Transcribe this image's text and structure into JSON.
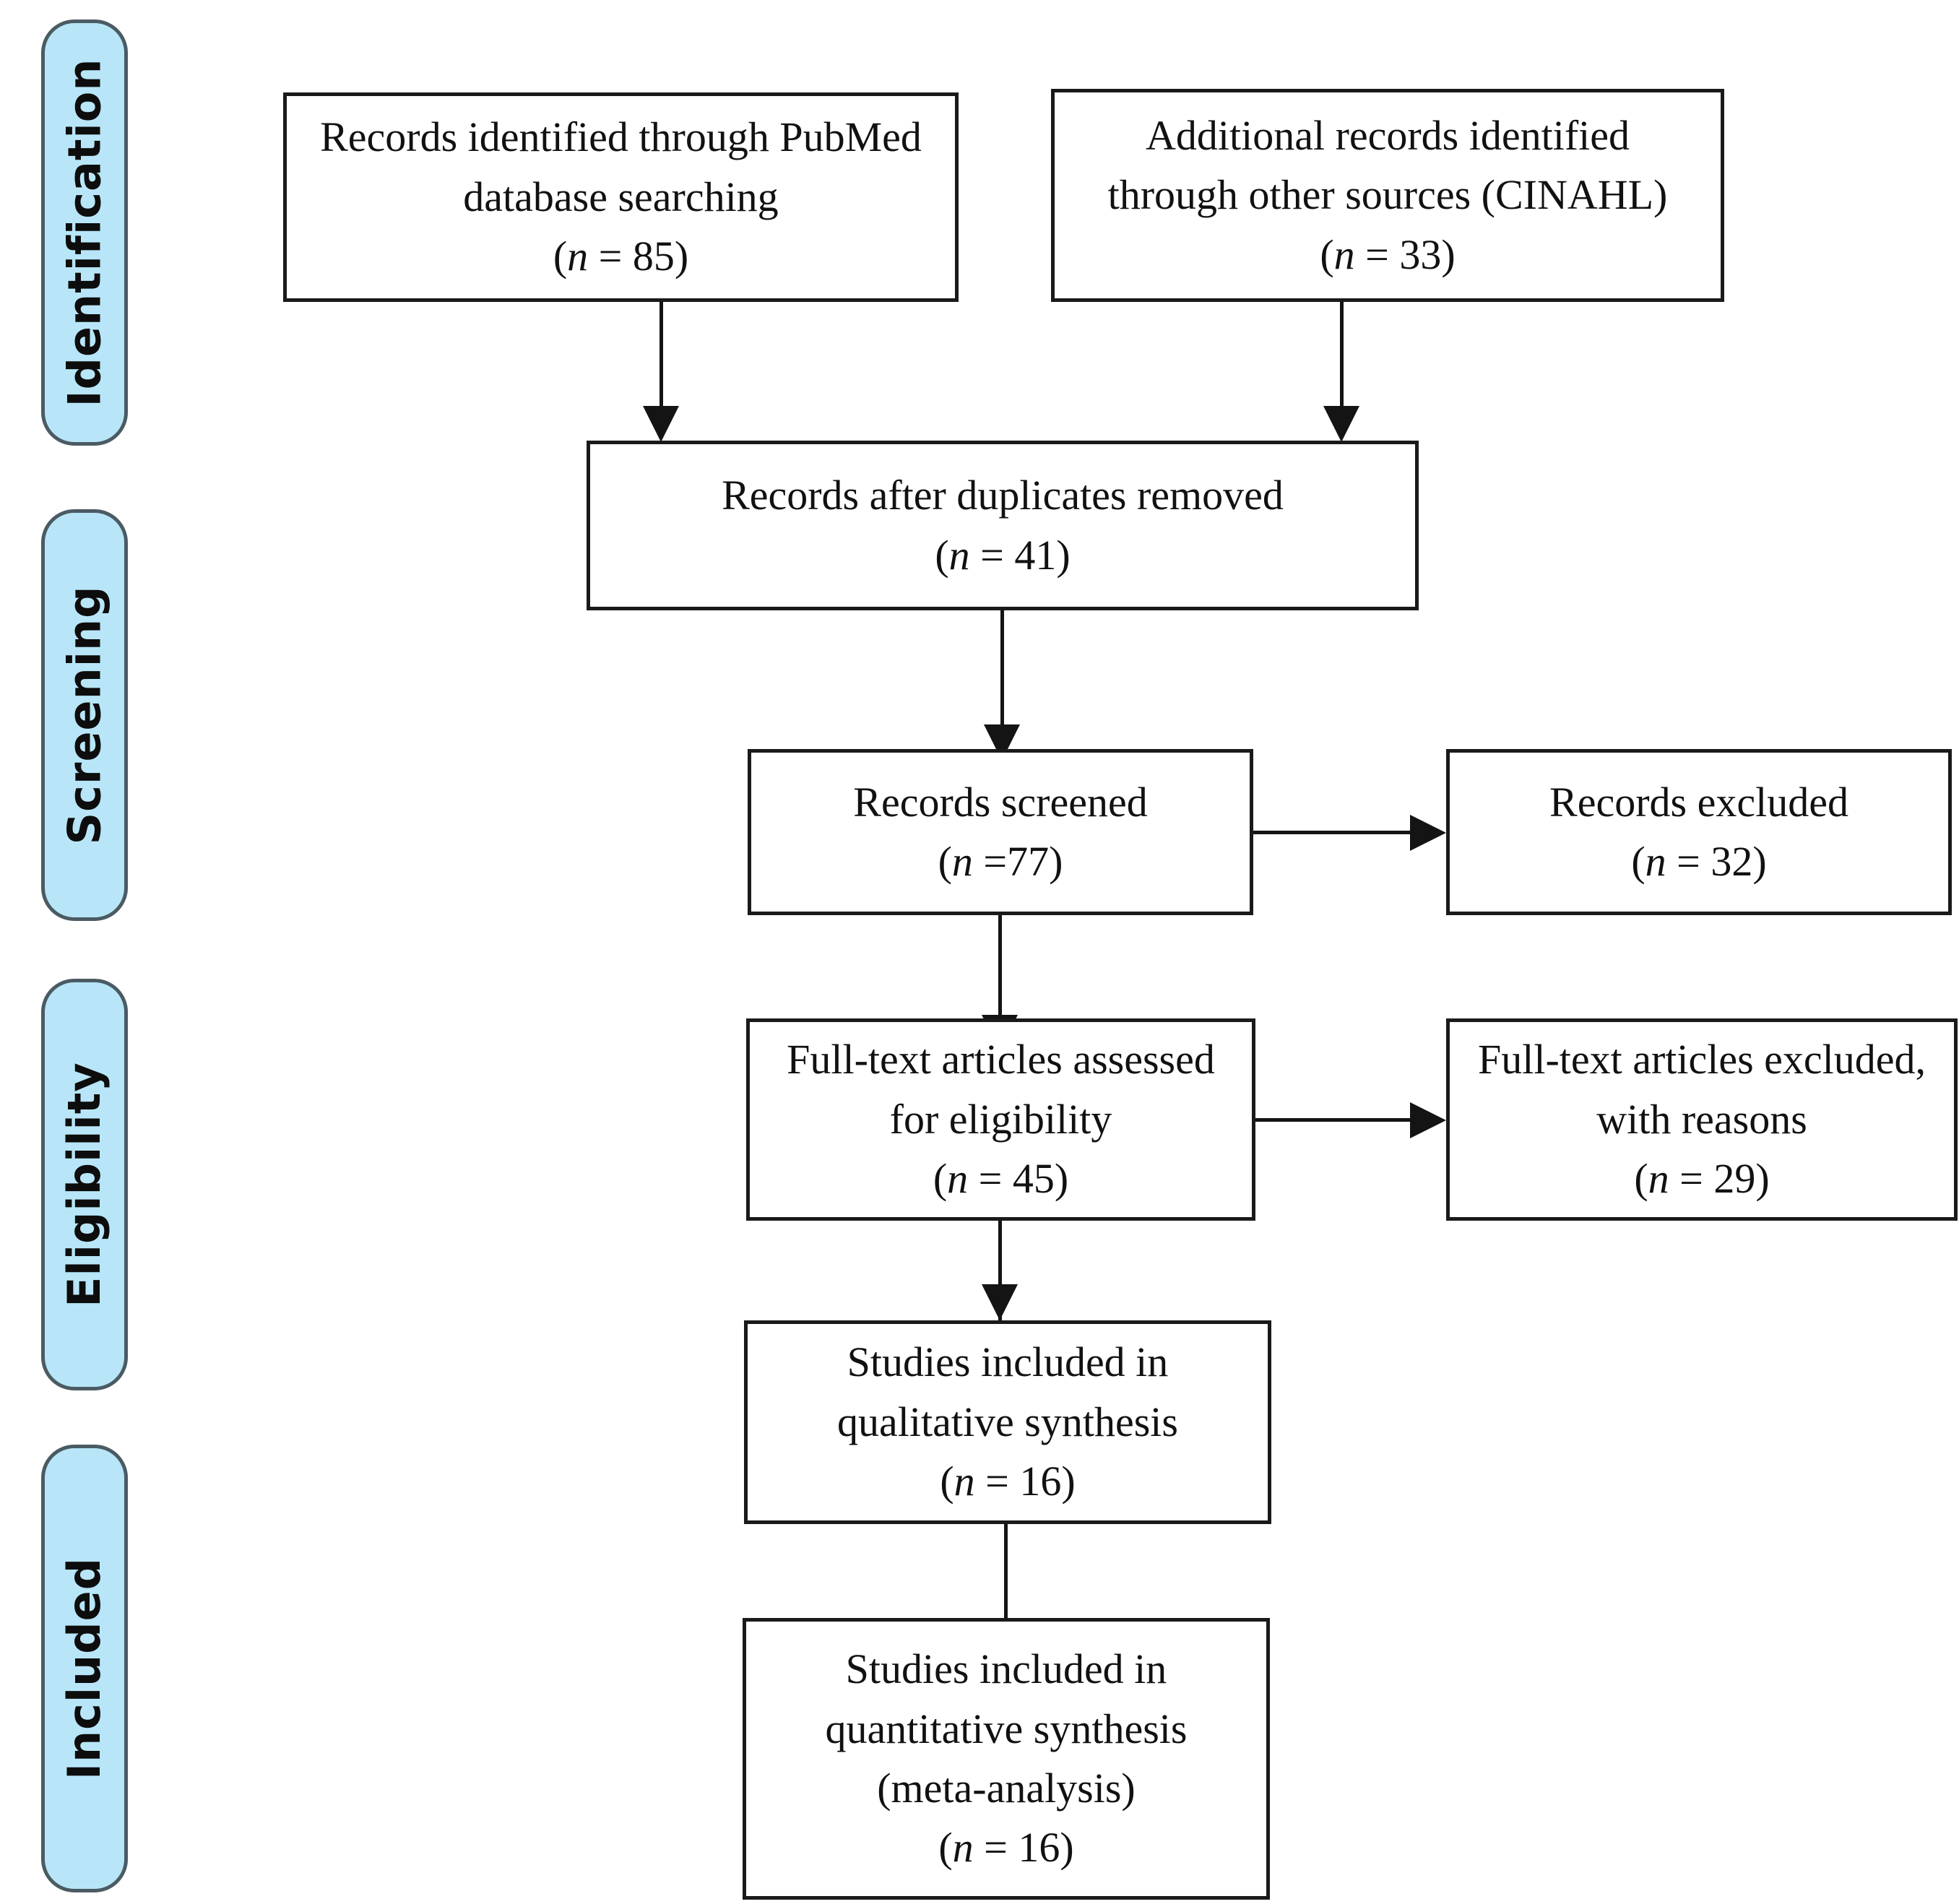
{
  "diagram": {
    "title": "PRISMA flow diagram",
    "type": "prisma-flow-diagram",
    "background_color": "#ffffff",
    "box_border_color": "#1a1a1a",
    "connector_color": "#141414"
  },
  "stages": [
    {
      "id": "identification",
      "label": "Identification",
      "fill_color": "#b8e6f8",
      "border_color": "#4b5b63"
    },
    {
      "id": "screening",
      "label": "Screening",
      "fill_color": "#b8e6f8",
      "border_color": "#4b5b63"
    },
    {
      "id": "eligibility",
      "label": "Eligibility",
      "fill_color": "#b8e6f8",
      "border_color": "#4b5b63"
    },
    {
      "id": "included",
      "label": "Included",
      "fill_color": "#b8e6f8",
      "border_color": "#4b5b63"
    }
  ],
  "boxes": {
    "pubmed": {
      "line1": "Records identified through PubMed",
      "line2": "database searching",
      "count": "(n = 85)",
      "n_value": 85
    },
    "other_sources": {
      "line1": "Additional records identified",
      "line2": "through other sources (CINAHL)",
      "count": "(n = 33)",
      "n_value": 33
    },
    "duplicates_removed": {
      "line1": "Records after duplicates removed",
      "count": "(n = 41)",
      "n_value": 41
    },
    "records_screened": {
      "line1": "Records screened",
      "count": "(n =77)",
      "n_value": 77
    },
    "records_excluded": {
      "line1": "Records excluded",
      "count": "(n = 32)",
      "n_value": 32
    },
    "fulltext_assessed": {
      "line1": "Full-text articles assessed",
      "line2": "for eligibility",
      "count": "(n = 45)",
      "n_value": 45
    },
    "fulltext_excluded": {
      "line1": "Full-text articles excluded,",
      "line2": "with reasons",
      "count": "(n = 29)",
      "n_value": 29
    },
    "qualitative": {
      "line1": "Studies included in",
      "line2": "qualitative synthesis",
      "count": "(n = 16)",
      "n_value": 16
    },
    "quantitative": {
      "line1": "Studies included in",
      "line2": "quantitative synthesis",
      "line3": "(meta-analysis)",
      "count": "(n = 16)",
      "n_value": 16
    }
  },
  "connectors": [
    {
      "id": "pubmed-to-duplicates",
      "from": "pubmed",
      "to": "duplicates_removed",
      "direction": "down"
    },
    {
      "id": "other-to-duplicates",
      "from": "other_sources",
      "to": "duplicates_removed",
      "direction": "down"
    },
    {
      "id": "duplicates-to-screened",
      "from": "duplicates_removed",
      "to": "records_screened",
      "direction": "down"
    },
    {
      "id": "screened-to-excluded",
      "from": "records_screened",
      "to": "records_excluded",
      "direction": "right"
    },
    {
      "id": "screened-to-fulltext",
      "from": "records_screened",
      "to": "fulltext_assessed",
      "direction": "down"
    },
    {
      "id": "fulltext-to-fulltext-excluded",
      "from": "fulltext_assessed",
      "to": "fulltext_excluded",
      "direction": "right"
    },
    {
      "id": "fulltext-to-qualitative",
      "from": "fulltext_assessed",
      "to": "qualitative",
      "direction": "down"
    },
    {
      "id": "qualitative-to-quantitative",
      "from": "qualitative",
      "to": "quantitative",
      "direction": "down"
    }
  ]
}
